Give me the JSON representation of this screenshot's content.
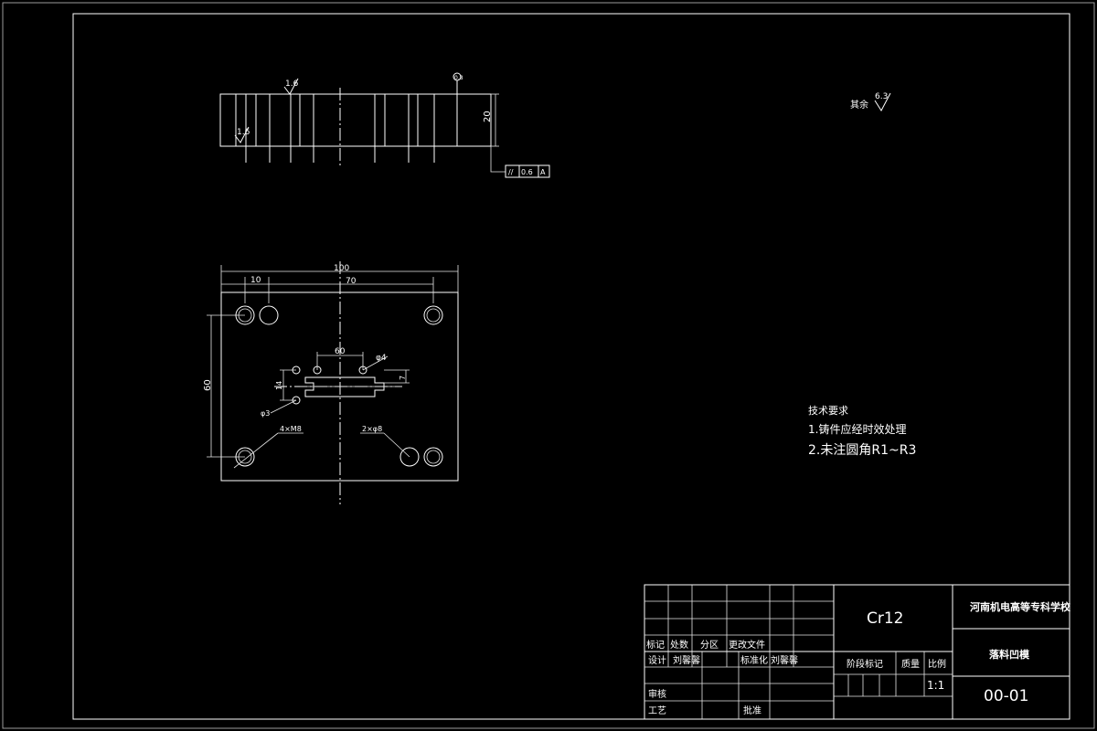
{
  "drawing": {
    "top_view": {
      "roughness_1": "1.6",
      "roughness_2": "1.6",
      "roughness_3": "0.8",
      "dim_height": "20",
      "tolerance_symbol": "//",
      "tolerance_value": "0.6",
      "tolerance_datum": "A"
    },
    "plan_view": {
      "dim_total": "100",
      "dim_left": "10",
      "dim_span": "70",
      "dim_height": "60",
      "dim_inner": "60",
      "dim_hole_small": "φ4",
      "dim_slot_height": "14",
      "dim_slot_depth": "7",
      "dim_hole_tiny": "φ3",
      "callout_threads": "4×M8",
      "callout_pins": "2×φ8"
    },
    "surface_note": {
      "label": "其余",
      "value": "6.3"
    },
    "tech_requirements": {
      "title": "技术要求",
      "item1": "1.铸件应经时效处理",
      "item2": "2.未注圆角R1~R3"
    }
  },
  "title_block": {
    "material": "Cr12",
    "school": "河南机电高等专科学校",
    "part_name": "落料凹模",
    "drawing_no": "00-01",
    "scale": "1:1",
    "stage_mark": "阶段标记",
    "weight": "质量",
    "ratio": "比例",
    "mark": "标记",
    "count": "处数",
    "zone": "分区",
    "change_doc": "更改文件",
    "design": "设计",
    "designer": "刘馨馨",
    "standardize": "标准化",
    "standardizer": "刘馨馨",
    "review": "审核",
    "process": "工艺",
    "approve": "批准"
  }
}
